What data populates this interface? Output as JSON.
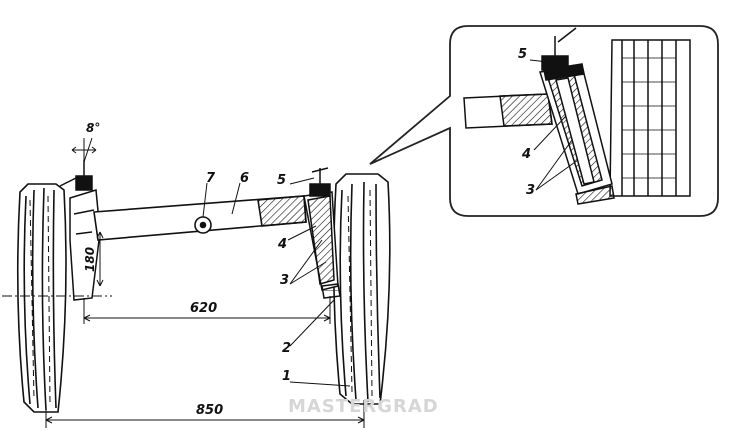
{
  "dimensions": {
    "angle": "8°",
    "height": "180",
    "track_inner": "620",
    "track_outer": "850"
  },
  "callouts_main": [
    "7",
    "6",
    "5",
    "4",
    "3",
    "2",
    "1"
  ],
  "callouts_inset": [
    "5",
    "4",
    "3"
  ],
  "watermark": "MASTERGRAD",
  "colors": {
    "ink": "#111111",
    "paper": "#ffffff",
    "inset_border": "#222222"
  }
}
